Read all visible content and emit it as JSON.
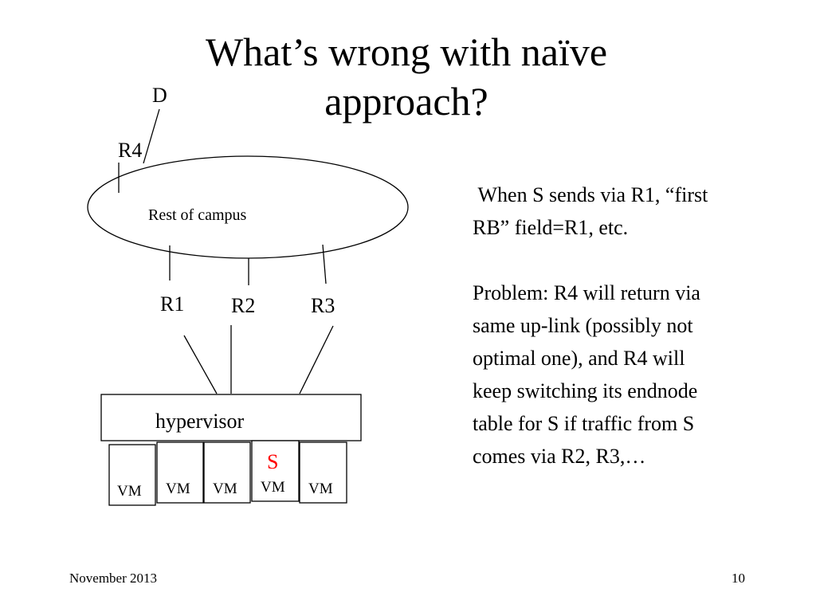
{
  "slide": {
    "title_line1": "What’s wrong with naïve",
    "title_line2": "approach?"
  },
  "diagram": {
    "label_d": "D",
    "label_r4": "R4",
    "campus_label": "Rest of campus",
    "r1": "R1",
    "r2": "R2",
    "r3": "R3",
    "hypervisor": "hypervisor",
    "source_label": "S",
    "vm_label": "VM",
    "source_color": "#ff0000"
  },
  "body": {
    "para1": " When S sends via R1, “first RB” field=R1, etc.",
    "para2": "Problem:  R4 will return via same up-link (possibly not optimal one), and R4 will keep switching its endnode table for S if traffic from S comes via R2, R3,…"
  },
  "footer": {
    "date": "November 2013",
    "page": "10"
  }
}
